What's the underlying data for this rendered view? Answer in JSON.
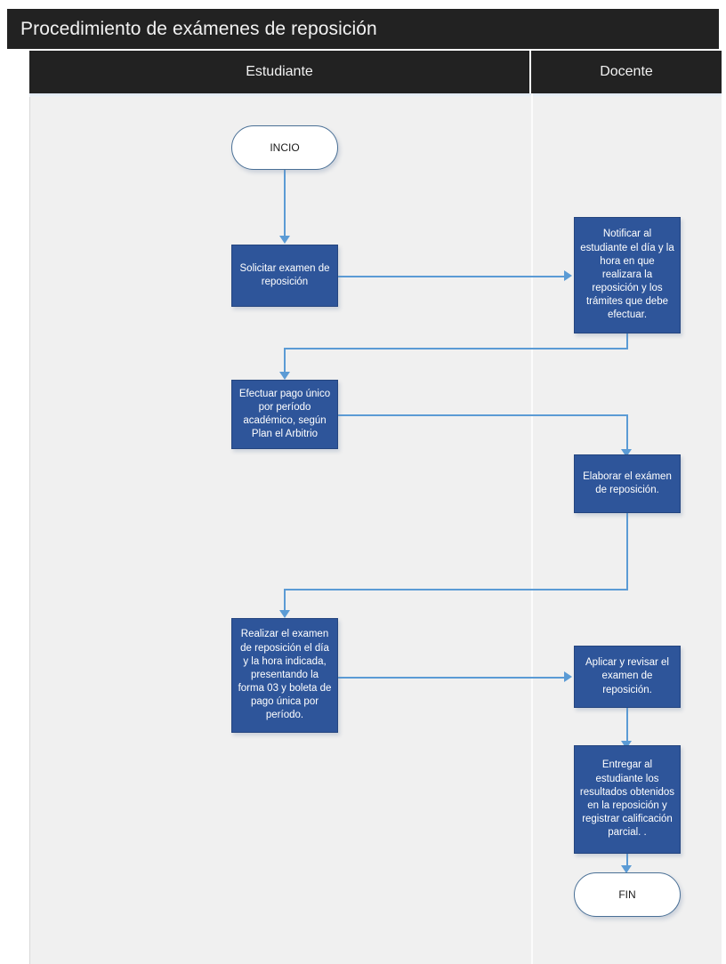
{
  "document": {
    "title": "Procedimiento de exámenes de reposición"
  },
  "lanes": [
    {
      "id": "estudiante",
      "label": "Estudiante"
    },
    {
      "id": "docente",
      "label": "Docente"
    }
  ],
  "colors": {
    "title_bar_background": "#222222",
    "title_text": "#f2f2f2",
    "lane_header_background": "#222222",
    "lane_header_text": "#f2f2f2",
    "lane_body_background": "#f0f0f0",
    "process_fill": "#2e559a",
    "process_border": "#24457f",
    "process_text": "#ffffff",
    "terminator_fill": "#ffffff",
    "terminator_border": "#4a7096",
    "terminator_text": "#1a1a1a",
    "connector": "#5b9bd5"
  },
  "nodes": {
    "start": {
      "label": "INCIO",
      "shape": "terminator",
      "lane": "estudiante"
    },
    "solicitar": {
      "label": "Solicitar  examen de reposición",
      "shape": "process",
      "lane": "estudiante"
    },
    "notificar": {
      "label": "Notificar  al estudiante el día y la hora en que realizara  la reposición y  los trámites que debe efectuar.",
      "shape": "process",
      "lane": "docente"
    },
    "pago": {
      "label": "Efectuar pago único por período académico, según Plan el Arbitrio",
      "shape": "process",
      "lane": "estudiante"
    },
    "elaborar": {
      "label": "Elaborar  el exámen de reposición.",
      "shape": "process",
      "lane": "docente"
    },
    "realizar": {
      "label": "Realizar el examen de reposición el día y la hora indicada, presentando la forma 03 y boleta de pago única por período.",
      "shape": "process",
      "lane": "estudiante"
    },
    "aplicar": {
      "label": "Aplicar y revisar el examen de reposición.",
      "shape": "process",
      "lane": "docente"
    },
    "entregar": {
      "label": "Entregar al estudiante los resultados obtenidos en la reposición y registrar calificación parcial. .",
      "shape": "process",
      "lane": "docente"
    },
    "end": {
      "label": "FIN",
      "shape": "terminator",
      "lane": "docente"
    }
  },
  "flow_order": [
    "start",
    "solicitar",
    "notificar",
    "pago",
    "elaborar",
    "realizar",
    "aplicar",
    "entregar",
    "end"
  ]
}
